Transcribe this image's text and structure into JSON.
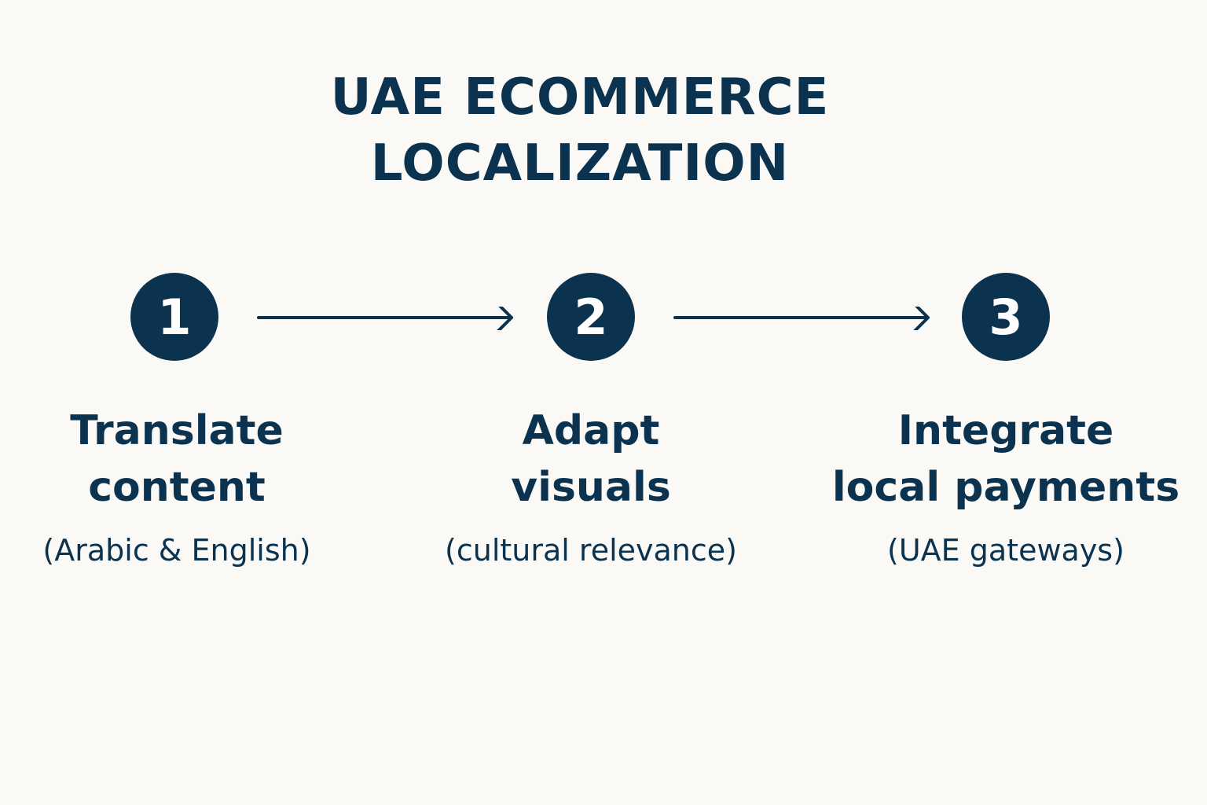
{
  "title": {
    "line1": "UAE ECOMMERCE",
    "line2": "LOCALIZATION"
  },
  "colors": {
    "primary": "#0b3350",
    "background": "#faf9f5"
  },
  "steps": [
    {
      "number": "1",
      "title_line1": "Translate",
      "title_line2": "content",
      "subtitle": "(Arabic & English)"
    },
    {
      "number": "2",
      "title_line1": "Adapt",
      "title_line2": "visuals",
      "subtitle": "(cultural relevance)"
    },
    {
      "number": "3",
      "title_line1": "Integrate",
      "title_line2": "local payments",
      "subtitle": "(UAE gateways)"
    }
  ]
}
